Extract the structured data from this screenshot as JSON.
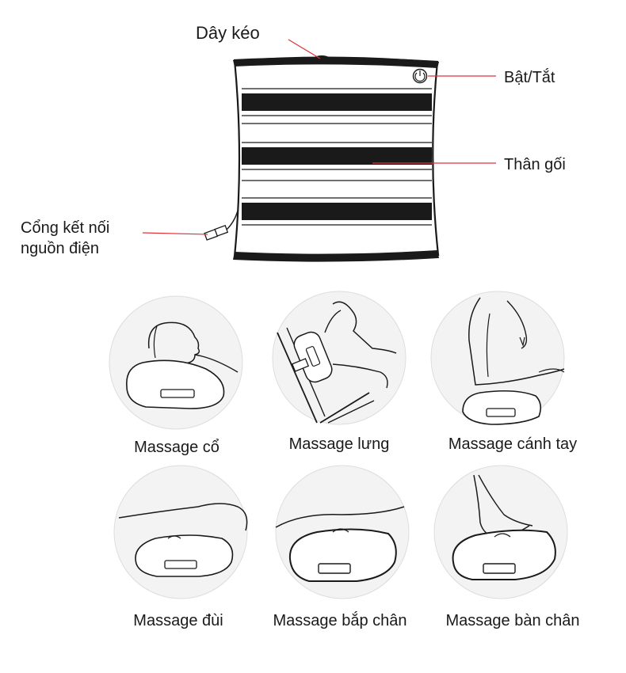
{
  "labels": {
    "zipper": "Dây kéo",
    "power": "Bật/Tắt",
    "body": "Thân gối",
    "port_line1": "Cổng kết nối",
    "port_line2": "nguồn điện"
  },
  "captions": [
    "Massage cổ",
    "Massage lưng",
    "Massage cánh tay",
    "Massage đùi",
    "Massage bắp chân",
    "Massage bàn chân"
  ],
  "colors": {
    "stripe": "#1a1a1a",
    "leader_line": "#e0303a",
    "circle_fill": "#f3f3f3",
    "circle_edge": "#dddddd"
  },
  "icons": {
    "power": "power-icon",
    "cable": "power-plug-icon"
  }
}
